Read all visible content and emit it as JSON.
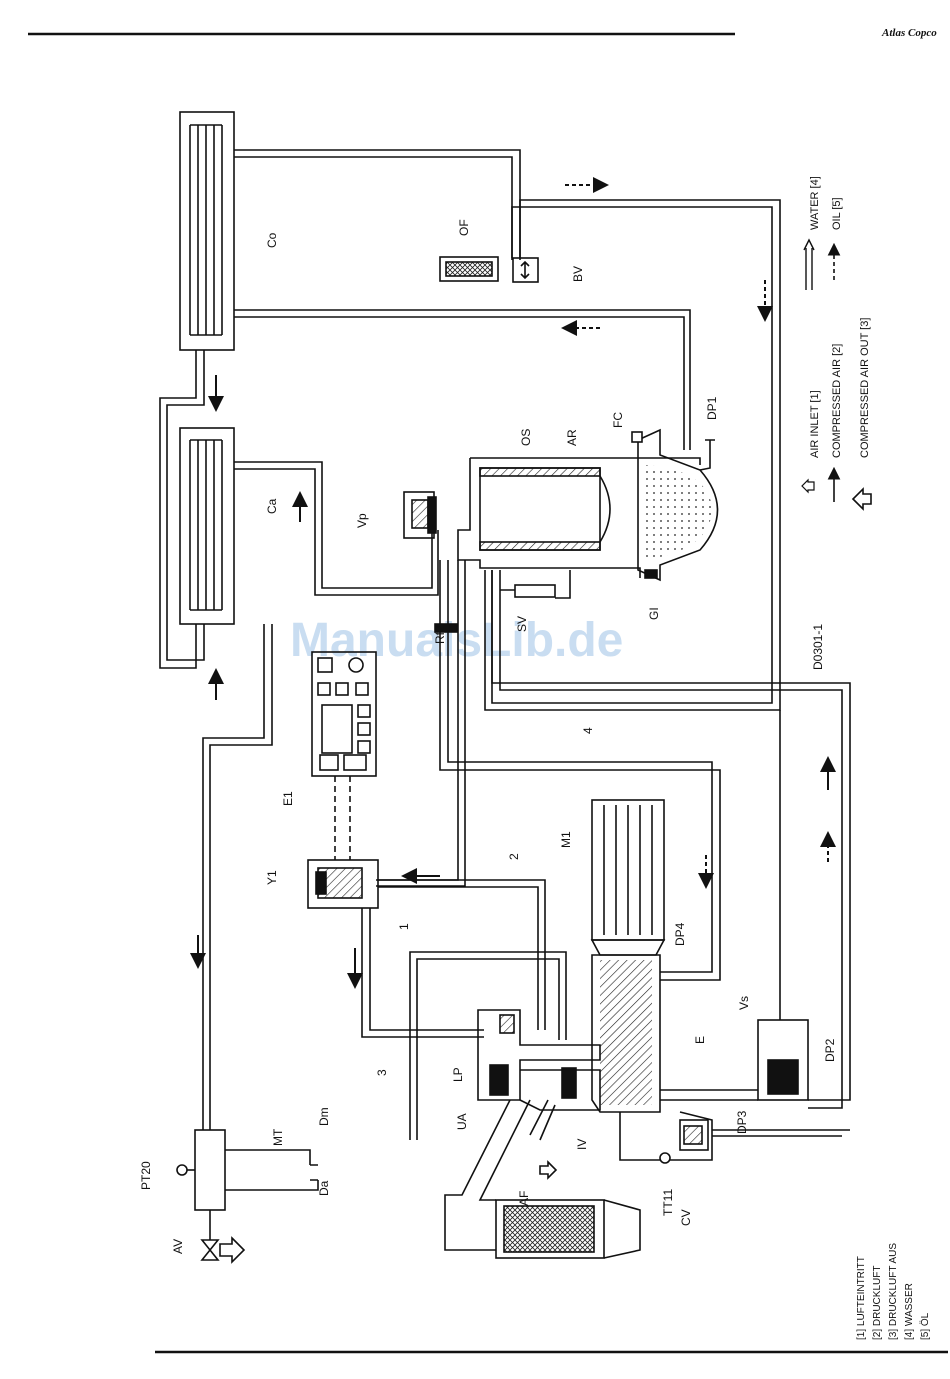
{
  "logo": {
    "text": "Atlas Copco"
  },
  "watermark": "ManualsLib.de",
  "drawing_code": "D0301-1",
  "labels": {
    "co": "Co",
    "ca": "Ca",
    "of": "OF",
    "bv": "BV",
    "os": "OS",
    "ar": "AR",
    "fc": "FC",
    "dp1": "DP1",
    "vp": "Vp",
    "gi": "GI",
    "rf2": "Rf2",
    "sv": "SV",
    "e1": "E1",
    "m1": "M1",
    "dp4": "DP4",
    "y1": "Y1",
    "e": "E",
    "vs": "Vs",
    "dp2": "DP2",
    "dp3": "DP3",
    "cv": "CV",
    "tt11": "TT11",
    "iv": "IV",
    "af": "AF",
    "ua": "UA",
    "lp": "LP",
    "pt20": "PT20",
    "mt": "MT",
    "dm": "Dm",
    "da": "Da",
    "av": "AV",
    "line1": "1",
    "line2": "2",
    "line3": "3",
    "line4": "4"
  },
  "legend": [
    {
      "text": "AIR INLET [1]"
    },
    {
      "text": "COMPRESSED AIR [2]"
    },
    {
      "text": "COMPRESSED AIR OUT [3]"
    },
    {
      "text": "WATER [4]"
    },
    {
      "text": "OIL [5]"
    }
  ],
  "german_legend": [
    "[1]  LUFTEINTRITT",
    "[2]  DRUCKLUFT",
    "[3]  DRUCKLUFT AUS",
    "[4]  WASSER",
    "[5]  ÖL"
  ]
}
